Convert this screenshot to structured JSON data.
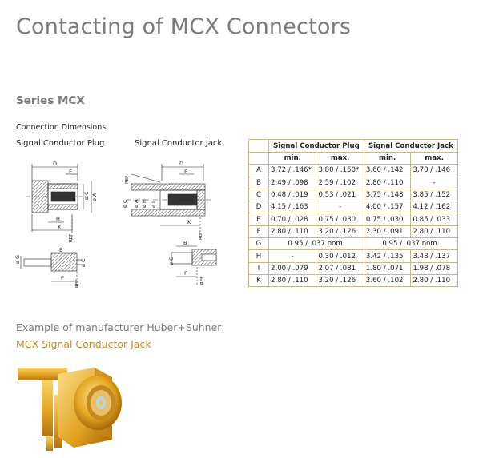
{
  "page": {
    "title": "Contacting of MCX Connectors",
    "series": "Series MCX",
    "section": "Connection Dimensions",
    "plug_label": "Signal Conductor Plug",
    "jack_label": "Signal Conductor Jack"
  },
  "drawing_labels": {
    "D": "D",
    "E": "E",
    "A": "A",
    "B": "B",
    "C": "C",
    "F": "F",
    "G": "G",
    "H": "H",
    "I": "I",
    "K": "K",
    "dia_A": "ø A",
    "dia_C": "ø C",
    "dia_G": "ø G",
    "dia_H": "ø H",
    "dia_I": "ø I",
    "ref": "REF",
    "ref_diag": "REF"
  },
  "table": {
    "headers": {
      "plug": "Signal Conductor Plug",
      "jack": "Signal Conductor Jack",
      "min": "min.",
      "max": "max."
    },
    "rows": [
      {
        "label": "A",
        "plug_min": "3.72 / .146*",
        "plug_max": "3.80 / .150*",
        "jack_min": "3.60 / .142",
        "jack_max": "3.70 / .146"
      },
      {
        "label": "B",
        "plug_min": "2.49 / .098",
        "plug_max": "2.59 / .102",
        "jack_min": "2.80 / .110",
        "jack_max": "-"
      },
      {
        "label": "C",
        "plug_min": "0.48 / .019",
        "plug_max": "0.53 / .021",
        "jack_min": "3.75 / .148",
        "jack_max": "3.85 / .152"
      },
      {
        "label": "D",
        "plug_min": "4.15 / .163",
        "plug_max": "-",
        "jack_min": "4.00 / .157",
        "jack_max": "4.12 / .162"
      },
      {
        "label": "E",
        "plug_min": "0.70 / .028",
        "plug_max": "0.75 / .030",
        "jack_min": "0.75 / .030",
        "jack_max": "0.85 / .033"
      },
      {
        "label": "F",
        "plug_min": "2.80 / .110",
        "plug_max": "3.20 / .126",
        "jack_min": "2.30 / .091",
        "jack_max": "2.80 / .110"
      },
      {
        "label": "G",
        "plug_nom": "0.95 / .037 nom.",
        "jack_nom": "0.95 / .037 nom."
      },
      {
        "label": "H",
        "plug_min": "-",
        "plug_max": "0.30 / .012",
        "jack_min": "3.42 / .135",
        "jack_max": "3.48 / .137"
      },
      {
        "label": "I",
        "plug_min": "2.00 / .079",
        "plug_max": "2.07 / .081",
        "jack_min": "1.80 / .071",
        "jack_max": "1.98 / .078"
      },
      {
        "label": "K",
        "plug_min": "2.80 / .110",
        "plug_max": "3.20 / .126",
        "jack_min": "2.60 / .102",
        "jack_max": "2.80 / .110"
      }
    ]
  },
  "example": {
    "label": "Example of manufacturer Huber+Suhner:",
    "product": "MCX Signal Conductor Jack"
  },
  "colors": {
    "heading_gray": "#7a7a7a",
    "accent_orange": "#c8862a",
    "table_border": "#c9b68a",
    "gold": "#e6a822"
  }
}
